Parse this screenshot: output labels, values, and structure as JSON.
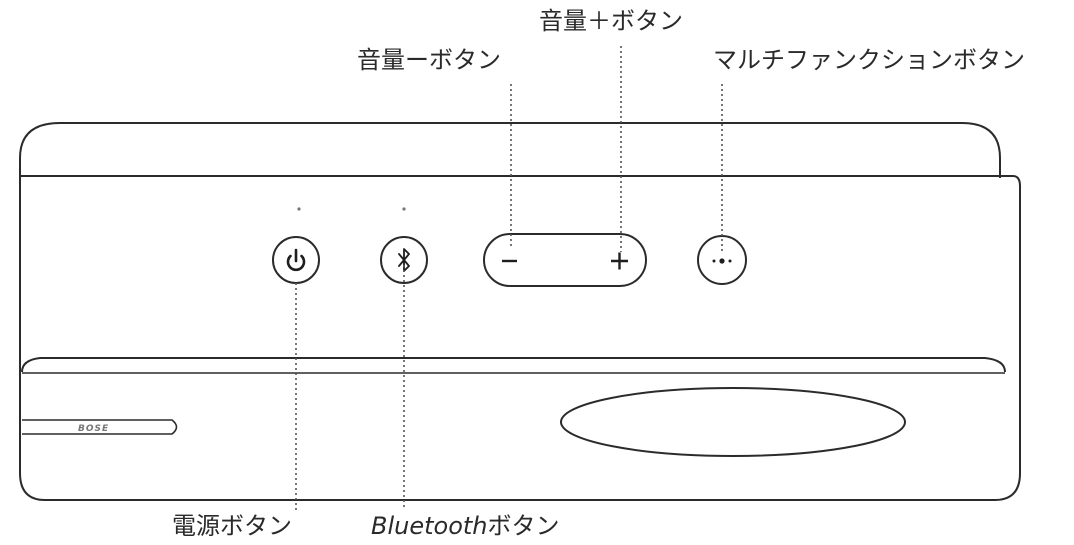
{
  "labels": {
    "volume_up": "音量＋ボタン",
    "volume_down": "音量ーボタン",
    "multifunction": "マルチファンクションボタン",
    "power": "電源ボタン",
    "bluetooth_italic": "Bluetooth",
    "bluetooth_suffix": "ボタン"
  },
  "brand_logo": "BOSE",
  "icons": {
    "power": "power-icon",
    "bluetooth": "bluetooth-icon",
    "minus": "minus-icon",
    "plus": "plus-icon",
    "multifunction": "ellipsis-icon"
  },
  "colors": {
    "outline": "#2b2b2b",
    "callout": "#555555",
    "text": "#2a2a2a"
  }
}
